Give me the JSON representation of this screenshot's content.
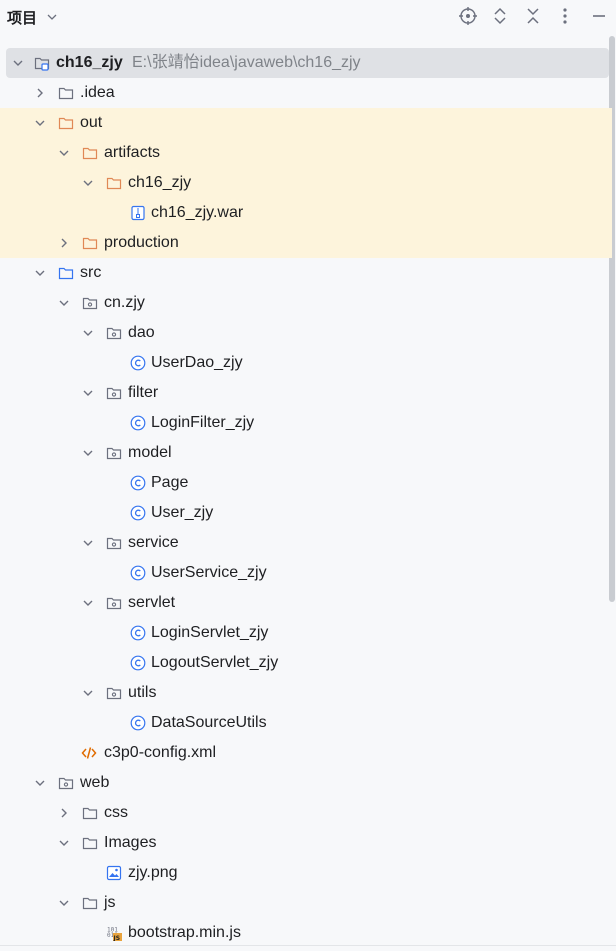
{
  "header": {
    "title": "项目"
  },
  "colors": {
    "folder": "#6c707e",
    "excluded_folder": "#e08855",
    "source_folder": "#3574f0",
    "class": "#3574f0",
    "xml": "#e06c00",
    "highlight": "#fdf4dc",
    "selected": "#dfe1e5"
  },
  "tree": {
    "rows": [
      {
        "label": "ch16_zjy",
        "path": "E:\\张靖怡idea\\javaweb\\ch16_zjy"
      },
      {
        "label": ".idea"
      },
      {
        "label": "out"
      },
      {
        "label": "artifacts"
      },
      {
        "label": "ch16_zjy"
      },
      {
        "label": "ch16_zjy.war"
      },
      {
        "label": "production"
      },
      {
        "label": "src"
      },
      {
        "label": "cn.zjy"
      },
      {
        "label": "dao"
      },
      {
        "label": "UserDao_zjy"
      },
      {
        "label": "filter"
      },
      {
        "label": "LoginFilter_zjy"
      },
      {
        "label": "model"
      },
      {
        "label": "Page"
      },
      {
        "label": "User_zjy"
      },
      {
        "label": "service"
      },
      {
        "label": "UserService_zjy"
      },
      {
        "label": "servlet"
      },
      {
        "label": "LoginServlet_zjy"
      },
      {
        "label": "LogoutServlet_zjy"
      },
      {
        "label": "utils"
      },
      {
        "label": "DataSourceUtils"
      },
      {
        "label": "c3p0-config.xml"
      },
      {
        "label": "web"
      },
      {
        "label": "css"
      },
      {
        "label": "Images"
      },
      {
        "label": "zjy.png"
      },
      {
        "label": "js"
      },
      {
        "label": "bootstrap.min.js"
      }
    ]
  }
}
